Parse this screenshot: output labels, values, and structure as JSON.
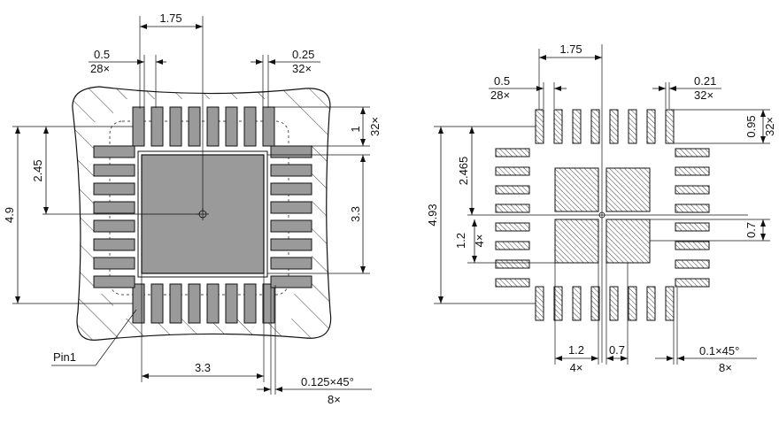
{
  "left_view": {
    "labels": {
      "pitch_top": "1.75",
      "pad_width": "0.5",
      "pad_width_count": "28×",
      "pad_gap": "0.25",
      "pad_gap_count": "32×",
      "right_top_dim": "1",
      "right_top_count": "32×",
      "left_inner_dim": "2.45",
      "left_outer_dim": "4.9",
      "right_body_dim": "3.3",
      "bottom_body_dim": "3.3",
      "chamfer": "0.125×45°",
      "chamfer_count": "8×",
      "pin1": "Pin1"
    }
  },
  "right_view": {
    "labels": {
      "pitch_top": "1.75",
      "pad_width": "0.5",
      "pad_width_count": "28×",
      "pad_gap": "0.21",
      "pad_gap_count": "32×",
      "right_top_dim": "0.95",
      "right_top_count": "32×",
      "left_inner_dim": "2.465",
      "left_outer_dim": "4.93",
      "left_small_dim": "1.2",
      "left_small_count": "4×",
      "right_small_dim": "0.7",
      "bottom_dim_a": "1.2",
      "bottom_dim_a_count": "4×",
      "bottom_dim_b": "0.7",
      "chamfer": "0.1×45°",
      "chamfer_count": "8×"
    }
  }
}
